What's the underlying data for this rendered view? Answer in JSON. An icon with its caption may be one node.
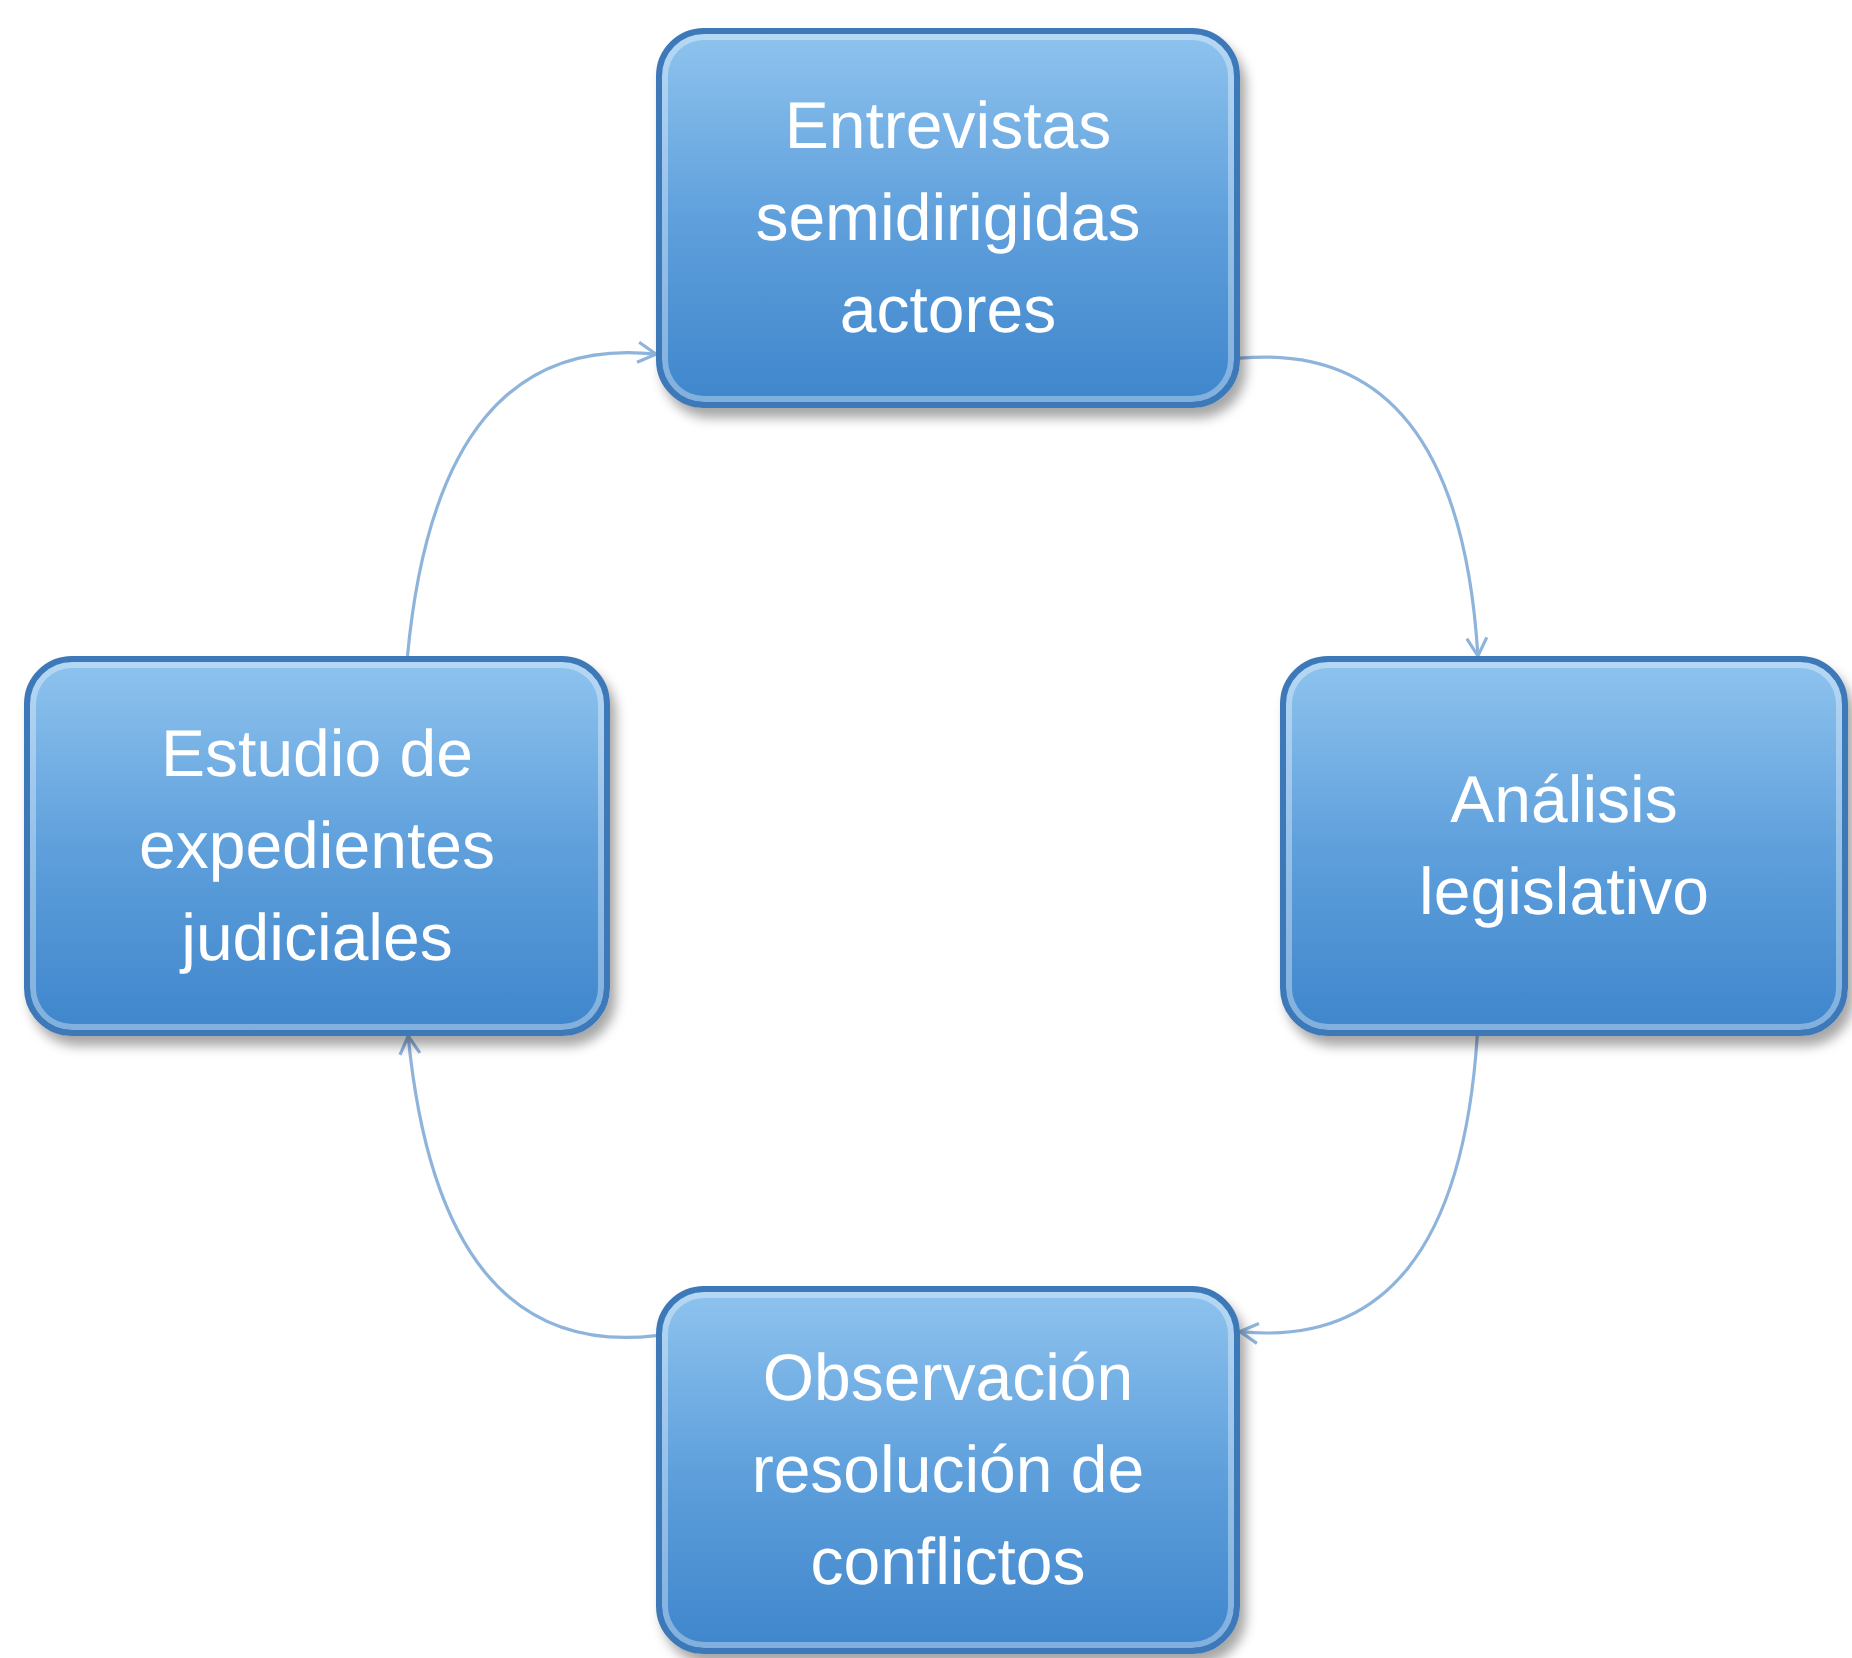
{
  "diagram": {
    "nodes": [
      {
        "text": [
          "Entrevistas semidirigidas actores"
        ]
      },
      {
        "text": [
          "Análisis legislativo"
        ]
      },
      {
        "text": [
          "Observación resolución de conflictos"
        ]
      },
      {
        "text": [
          "Estudio de expedientes judiciales"
        ]
      }
    ],
    "edges": [
      {
        "from": 0,
        "to": 1,
        "arrow": "to"
      },
      {
        "from": 1,
        "to": 2,
        "arrow": "to"
      },
      {
        "from": 2,
        "to": 3,
        "arrow": "to"
      },
      {
        "from": 3,
        "to": 0,
        "arrow": "to"
      }
    ]
  }
}
